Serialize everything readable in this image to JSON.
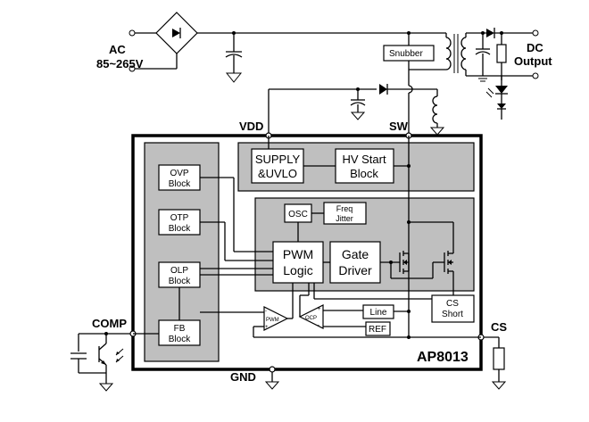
{
  "labels": {
    "ac_line1": "AC",
    "ac_line2": "85~265V",
    "dc_line1": "DC",
    "dc_line2": "Output",
    "snubber": "Snubber",
    "vdd": "VDD",
    "sw": "SW",
    "comp": "COMP",
    "cs": "CS",
    "gnd": "GND",
    "chip_name": "AP8013"
  },
  "blocks": {
    "ovp": [
      "OVP",
      "Block"
    ],
    "otp": [
      "OTP",
      "Block"
    ],
    "olp": [
      "OLP",
      "Block"
    ],
    "fb": [
      "FB",
      "Block"
    ],
    "supply": [
      "SUPPLY",
      "&UVLO"
    ],
    "hv_start": [
      "HV Start",
      "Block"
    ],
    "osc": "OSC",
    "freq_jitter": [
      "Freq",
      "Jitter"
    ],
    "pwm_logic": [
      "PWM",
      "Logic"
    ],
    "gate_driver": [
      "Gate",
      "Driver"
    ],
    "cs_short": [
      "CS",
      "Short"
    ],
    "line": "Line",
    "ref": "REF",
    "pwm_comp": "PWM",
    "ocp_comp": "OCP"
  },
  "colors": {
    "gray_block": "#bfbfbf",
    "line": "#000000"
  }
}
